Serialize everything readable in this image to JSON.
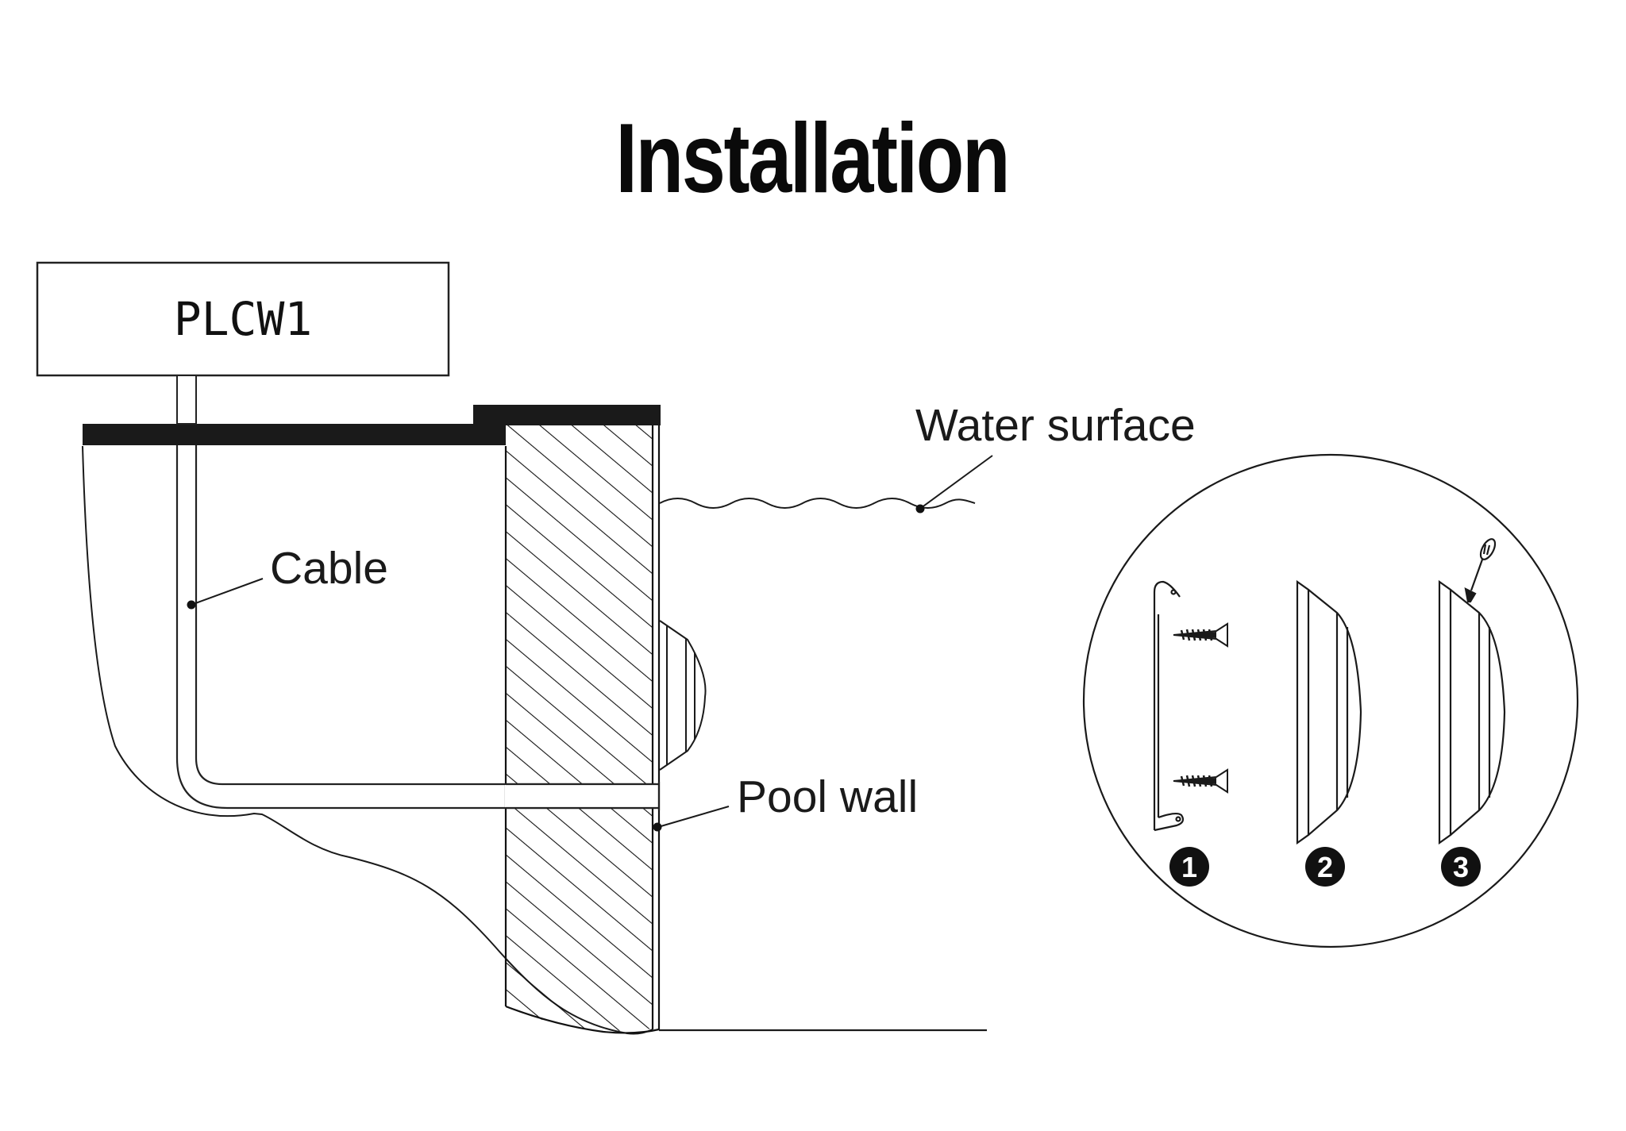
{
  "title": "Installation",
  "controller": {
    "label": "PLCW1"
  },
  "callouts": {
    "water_surface": "Water surface",
    "cable": "Cable",
    "pool_wall": "Pool wall"
  },
  "installation_steps": [
    {
      "number": "1",
      "description": "bracket-and-screws"
    },
    {
      "number": "2",
      "description": "light-fixture"
    },
    {
      "number": "3",
      "description": "fixture-screwed-with-screwdriver"
    }
  ],
  "colors": {
    "ink": "#111111",
    "background": "#ffffff"
  }
}
